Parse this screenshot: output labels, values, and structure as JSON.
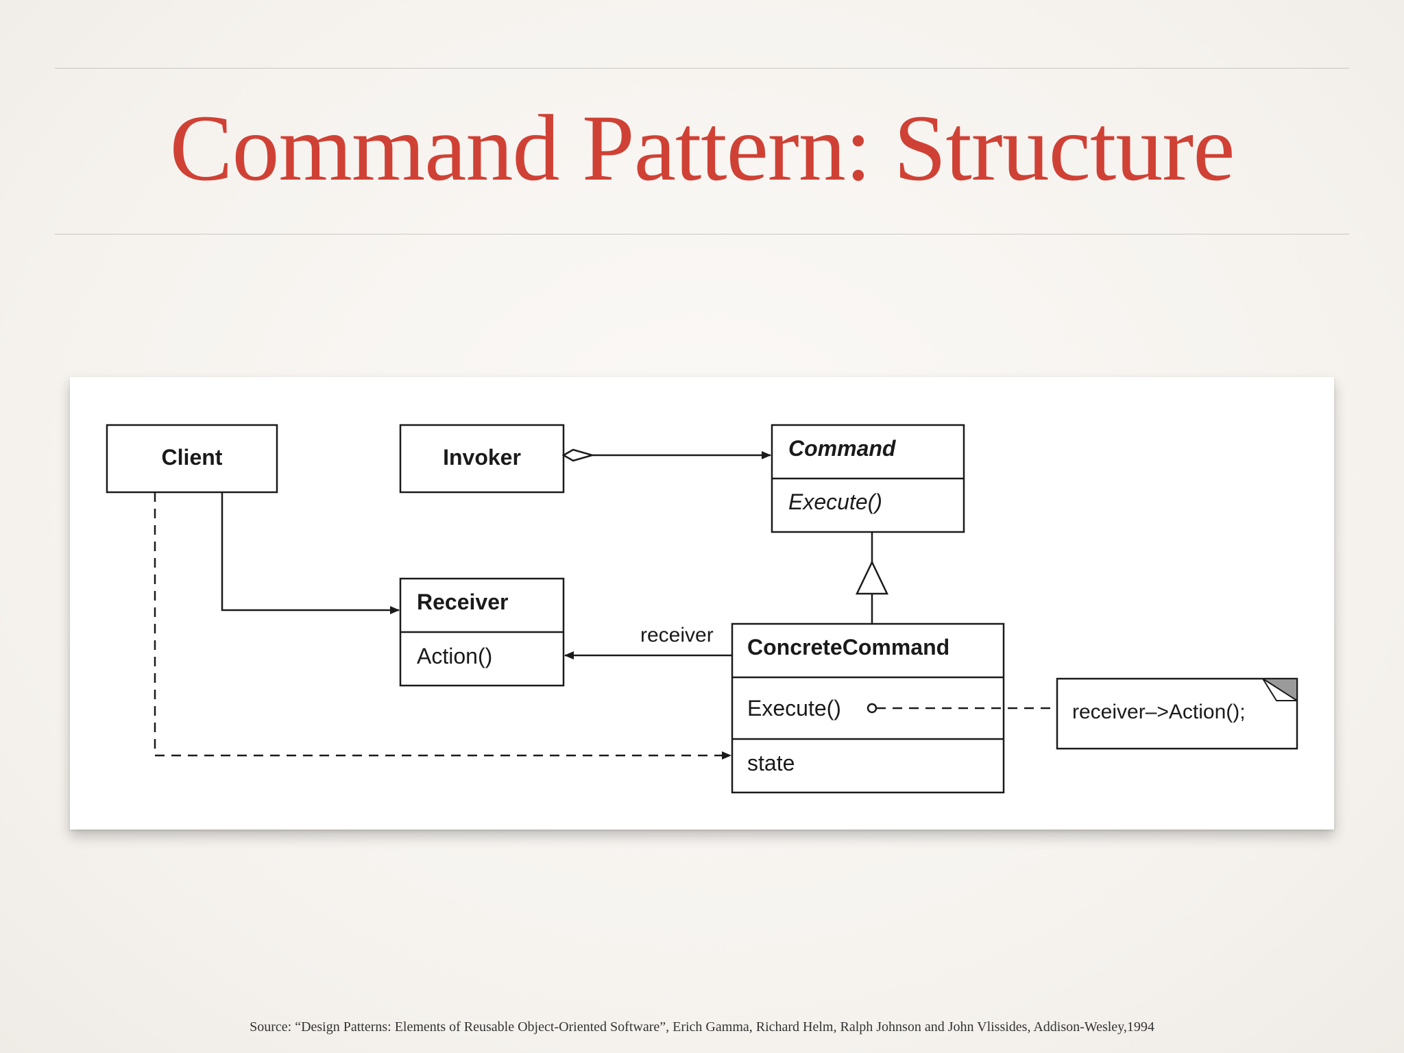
{
  "slide": {
    "title": "Command Pattern: Structure",
    "source": "Source: “Design Patterns: Elements of Reusable Object-Oriented Software”, Erich Gamma, Richard Helm, Ralph Johnson and John Vlissides, Addison-Wesley,1994"
  },
  "diagram": {
    "client": {
      "name": "Client"
    },
    "invoker": {
      "name": "Invoker"
    },
    "command": {
      "name": "Command",
      "operation": "Execute()"
    },
    "receiver": {
      "name": "Receiver",
      "operation": "Action()"
    },
    "concrete_command": {
      "name": "ConcreteCommand",
      "operation": "Execute()",
      "attribute": "state"
    },
    "association_label": "receiver",
    "note": "receiver–>Action();"
  },
  "colors": {
    "title": "#d04135",
    "background": "#f7f4f0",
    "diagram_line": "#1a1a1a"
  }
}
